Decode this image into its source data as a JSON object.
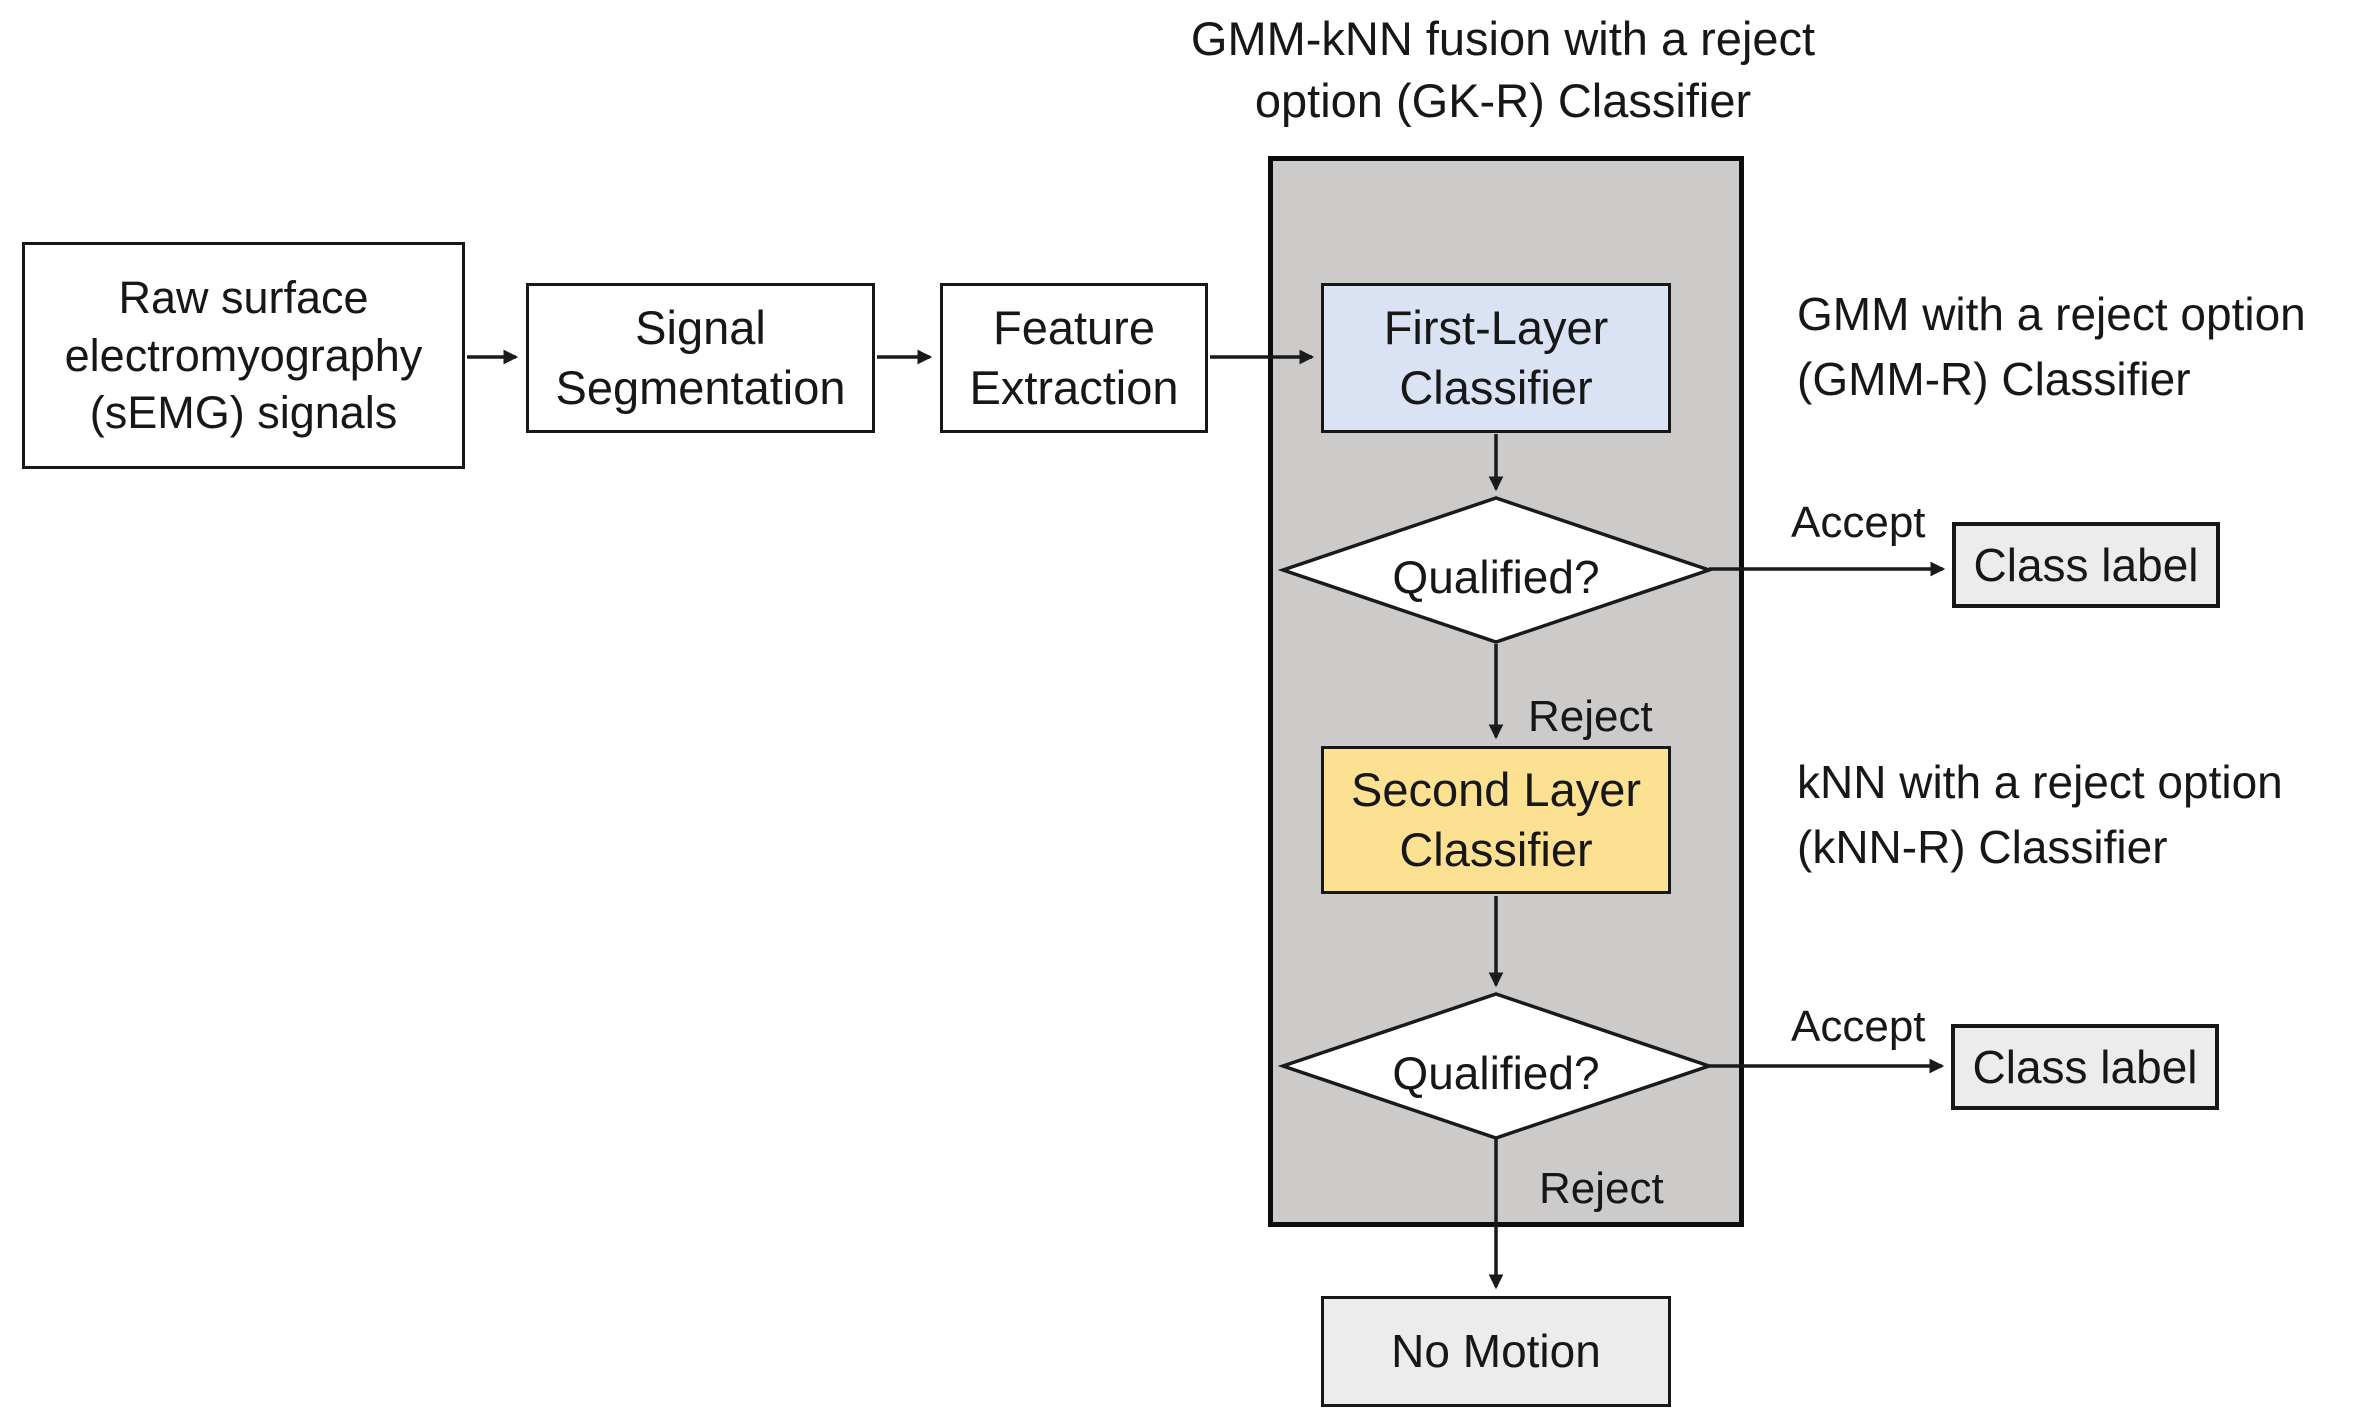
{
  "title": {
    "line1": "GMM-kNN fusion with a reject",
    "line2": "option (GK-R) Classifier"
  },
  "nodes": {
    "raw_input": "Raw surface electromyography (sEMG) signals",
    "signal_segmentation": "Signal Segmentation",
    "feature_extraction": "Feature Extraction",
    "first_layer": "First-Layer Classifier",
    "decision_1": "Qualified?",
    "second_layer": "Second Layer Classifier",
    "decision_2": "Qualified?",
    "class_label_1": "Class label",
    "class_label_2": "Class label",
    "no_motion": "No Motion"
  },
  "edge_labels": {
    "accept_1": "Accept",
    "reject_1": "Reject",
    "accept_2": "Accept",
    "reject_2": "Reject"
  },
  "annotations": {
    "gmm_line1": "GMM with a reject option",
    "gmm_line2": "(GMM-R) Classifier",
    "knn_line1": "kNN with a reject option",
    "knn_line2": "(kNN-R) Classifier"
  },
  "colors": {
    "container_fill": "#cdcaca",
    "first_layer_fill": "#dae3f3",
    "second_layer_fill": "#fbe191",
    "terminal_fill": "#ececec",
    "stroke": "#1a1a1a"
  }
}
